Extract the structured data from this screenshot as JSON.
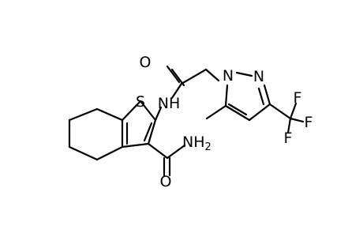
{
  "molecule": {
    "atoms": {
      "sulfur": "S",
      "amide_nh": "NH",
      "carbonyl_o_top": "O",
      "pyrazole_n1": "N",
      "pyrazole_n2": "N",
      "amide_nh2": "NH",
      "amide_nh2_subscript": "2",
      "carbonyl_o_bottom": "O",
      "fluorine_top": "F",
      "fluorine_right": "F",
      "fluorine_bottom": "F"
    }
  }
}
